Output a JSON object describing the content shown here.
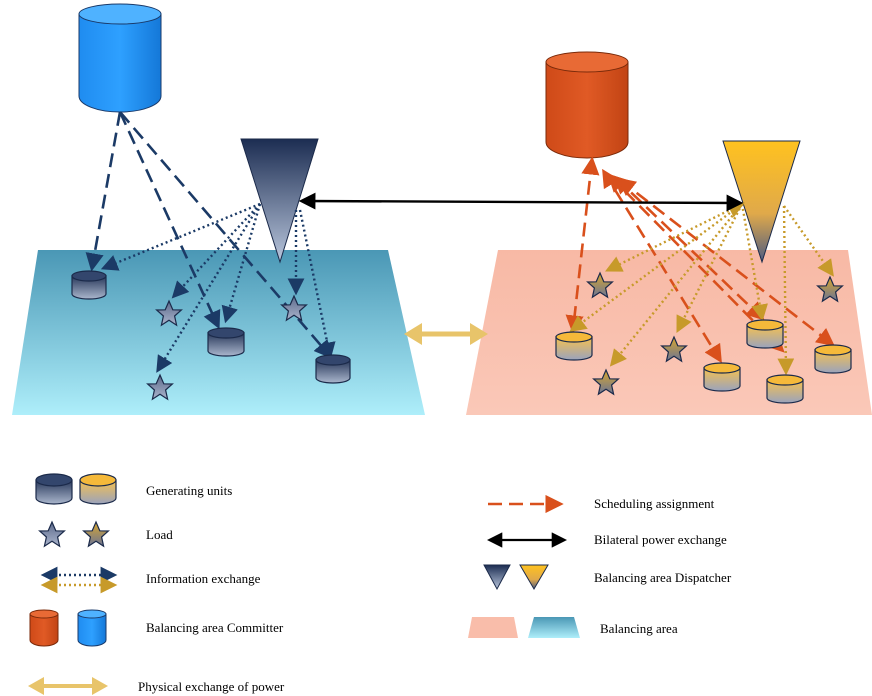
{
  "legend": {
    "generating_units": "Generating units",
    "load": "Load",
    "information_exchange": "Information exchange",
    "balancing_area_committer": "Balancing area Committer",
    "physical_exchange": "Physical exchange of power",
    "scheduling_assignment": "Scheduling assignment",
    "bilateral_power_exchange": "Bilateral  power exchange",
    "balancing_area_dispatcher": "Balancing area Dispatcher",
    "balancing_area": "Balancing area"
  },
  "colors": {
    "area_blue_top": "#4a97b5",
    "area_blue_bottom": "#a8ecfa",
    "area_pink": "#f9bdaa",
    "committer_blue": "#1d8ef5",
    "committer_orange": "#d9501c",
    "dispatcher_navy": "#1e3358",
    "dispatcher_gold": "#fbc02d",
    "info_navy": "#1b3a66",
    "info_gold": "#c79a2a",
    "scheduling": "#d9501c",
    "physical": "#e8c46a",
    "bilateral": "#000000"
  }
}
